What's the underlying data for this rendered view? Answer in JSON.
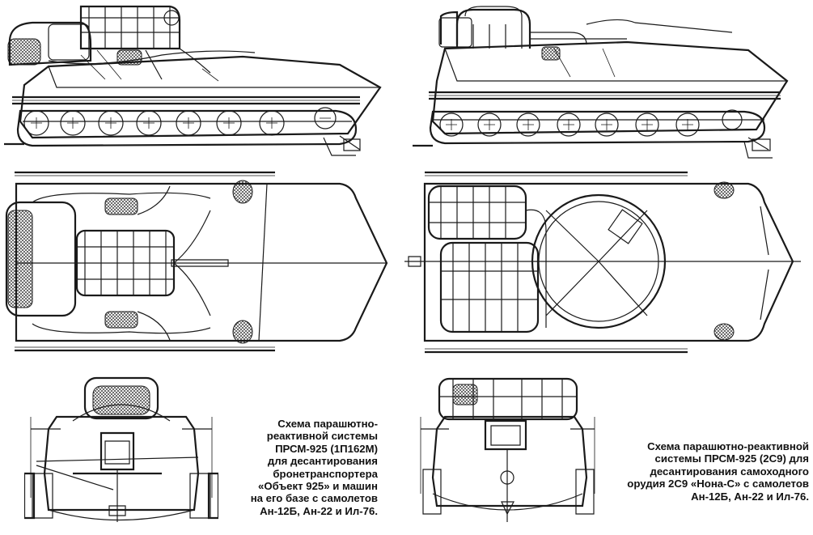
{
  "captions": {
    "left": [
      "Схема парашютно-",
      "реактивной системы",
      "ПРСМ-925 (1П162М)",
      "для десантирования",
      "бронетранспортера",
      "«Объект 925» и машин",
      "на его базе с самолетов",
      "Ан-12Б, Ан-22 и Ил-76."
    ],
    "right": [
      "Схема парашютно-реактивной",
      "системы ПРСМ-925 (2С9) для",
      "десантирования самоходного",
      "орудия 2С9 «Нона-С» с самолетов",
      "Ан-12Б, Ан-22 и Ил-76."
    ]
  }
}
